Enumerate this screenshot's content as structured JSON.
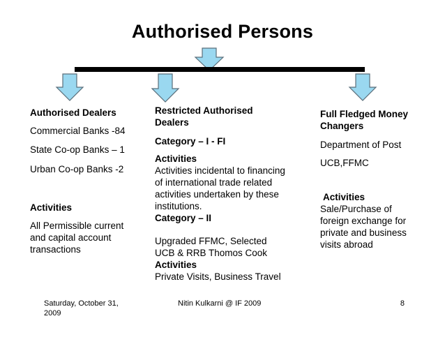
{
  "title": "Authorised Persons",
  "colors": {
    "arrow_fill": "#9ad8f0",
    "arrow_stroke": "#5a6e7a",
    "bar": "#000000"
  },
  "columns": {
    "dealers": {
      "heading": "Authorised Dealers",
      "items": [
        "Commercial Banks -84",
        "State Co-op Banks – 1",
        "Urban Co-op Banks -2"
      ],
      "activities_heading": "Activities",
      "activities_text": "All Permissible current and capital account transactions"
    },
    "restricted": {
      "heading": "Restricted Authorised Dealers",
      "cat1": "Category – I - FI",
      "activities_heading_1": "Activities",
      "activities_text_1": "Activities incidental to financing of international trade related activities undertaken by these institutions.",
      "cat2": "Category – II",
      "cat2_text": "Upgraded FFMC, Selected UCB & RRB Thomos Cook",
      "activities_heading_2": "Activities",
      "activities_text_2": "Private Visits, Business Travel"
    },
    "money_changers": {
      "heading": "Full Fledged Money Changers",
      "items": [
        "Department of Post",
        "UCB,FFMC"
      ],
      "activities_heading": "Activities",
      "activities_text": "Sale/Purchase of foreign exchange for private and business visits abroad"
    }
  },
  "footer": {
    "date": "Saturday, October 31, 2009",
    "author": "Nitin Kulkarni @ IF 2009",
    "page": "8"
  }
}
